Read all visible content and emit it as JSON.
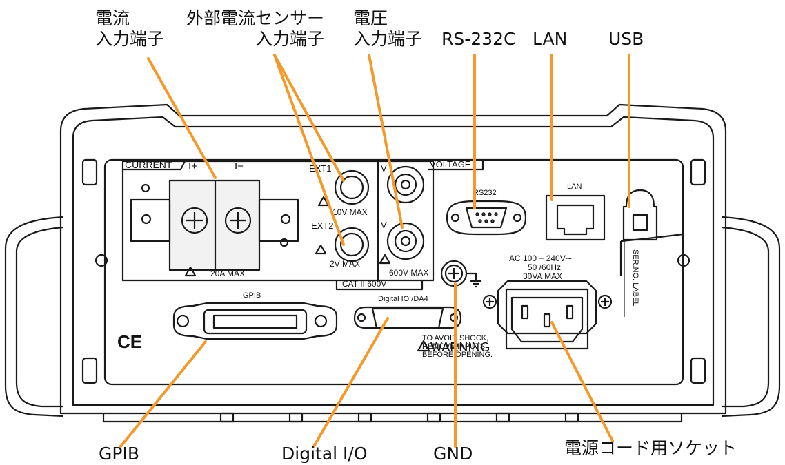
{
  "callouts": {
    "current_input": {
      "line1": "電流",
      "line2": "入力端子"
    },
    "ext_sensor_input": {
      "line1": "外部電流センサー",
      "line2": "入力端子"
    },
    "voltage_input": {
      "line1": "電圧",
      "line2": "入力端子"
    },
    "rs232c": "RS-232C",
    "lan": "LAN",
    "usb": "USB",
    "gpib": "GPIB",
    "digital_io": "Digital I/O",
    "gnd": "GND",
    "power_socket": "電源コード用ソケット"
  },
  "panel": {
    "current_label": "CURRENT",
    "i_plus": "I+",
    "i_minus": "I−",
    "current_rating": "20A MAX",
    "ext1": "EXT1",
    "ext1_rating": "10V MAX",
    "ext2": "EXT2",
    "ext2_rating": "2V MAX",
    "voltage_label": "VOLTAGE",
    "v_top": "V",
    "v_bottom": "V",
    "voltage_rating": "600V MAX",
    "cat_label": "CAT II 600V",
    "rs232_label": "RS232",
    "lan_label": "LAN",
    "gpib_label": "GPIB",
    "digital_io_label": "Digital IO /DA4",
    "ac_line1": "AC 100 − 240V∼",
    "ac_line2": "50 /60Hz",
    "ac_line3": "30VA MAX",
    "ser_label": "SER.NO. LABEL",
    "warning_label": "WARNING",
    "warning_line1": "TO AVOID SHOCK,",
    "warning_line2": "REMOVE INPUTS",
    "warning_line3": "BEFORE OPENING.",
    "ce_mark": "CE"
  },
  "colors": {
    "leader": "#f39a2b",
    "outline": "#1a1a1a",
    "terminal_fill": "#f2f2f2"
  }
}
